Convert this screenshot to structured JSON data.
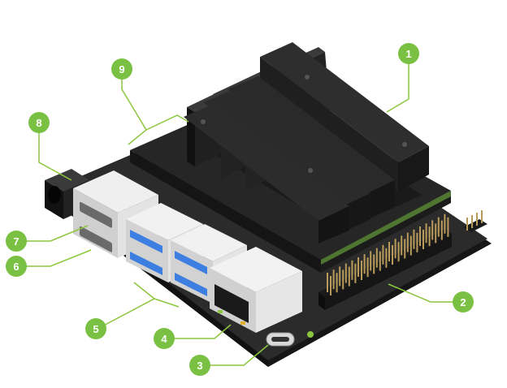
{
  "colors": {
    "callout": "#7ac143",
    "leader": "#8cc63f",
    "board": "#2b2b2b",
    "board_edge": "#161616",
    "heatsink": "#1e1e1e",
    "heatsink_light": "#3a3a3a",
    "usb_blue": "#3d7fe0",
    "port_metal": "#d9d9d9",
    "gold_pin": "#b89a5a"
  },
  "icons": {
    "board": "circuit-board-illustration",
    "heatsink": "heatsink",
    "usb": "usb-port",
    "ethernet": "ethernet-port",
    "hdmi": "hdmi-port",
    "power": "barrel-jack",
    "usb_c": "usb-c-port",
    "gpio": "gpio-header"
  },
  "callouts": [
    {
      "label": "1"
    },
    {
      "label": "2"
    },
    {
      "label": "3"
    },
    {
      "label": "4"
    },
    {
      "label": "5"
    },
    {
      "label": "6"
    },
    {
      "label": "7"
    },
    {
      "label": "8"
    },
    {
      "label": "9"
    }
  ]
}
